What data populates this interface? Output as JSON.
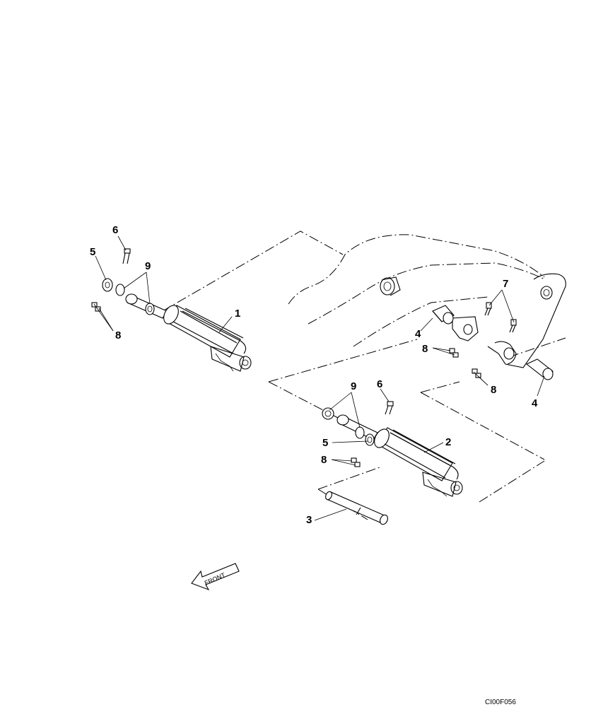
{
  "parts": [
    {
      "id": "p1",
      "number": "1"
    },
    {
      "id": "p2",
      "number": "2"
    },
    {
      "id": "p3",
      "number": "3"
    },
    {
      "id": "p4a",
      "number": "4"
    },
    {
      "id": "p4b",
      "number": "4"
    },
    {
      "id": "p5a",
      "number": "5"
    },
    {
      "id": "p5b",
      "number": "5"
    },
    {
      "id": "p6a",
      "number": "6"
    },
    {
      "id": "p6b",
      "number": "6"
    },
    {
      "id": "p7",
      "number": "7"
    },
    {
      "id": "p8a",
      "number": "8"
    },
    {
      "id": "p8b",
      "number": "8"
    },
    {
      "id": "p8c",
      "number": "8"
    },
    {
      "id": "p8d",
      "number": "8"
    },
    {
      "id": "p9a",
      "number": "9"
    },
    {
      "id": "p9b",
      "number": "9"
    }
  ],
  "front_arrow": {
    "label": "FRONT"
  },
  "figure_code": "CI00F056"
}
